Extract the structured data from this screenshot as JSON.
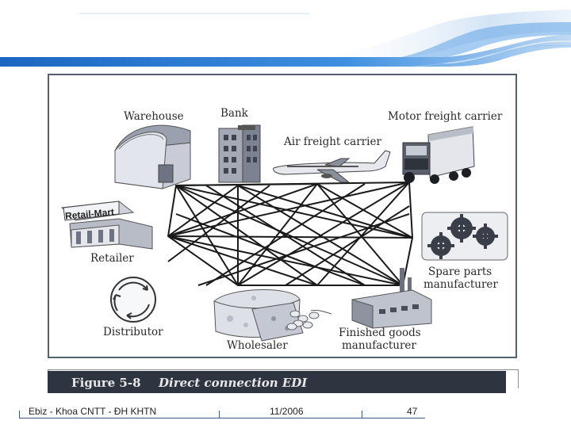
{
  "figure": {
    "nodes": {
      "warehouse": "Warehouse",
      "bank": "Bank",
      "air_freight_carrier": "Air freight carrier",
      "motor_freight_carrier": "Motor freight carrier",
      "retailer": "Retailer",
      "spare_parts_line1": "Spare parts",
      "spare_parts_line2": "manufacturer",
      "distributor": "Distributor",
      "wholesaler": "Wholesaler",
      "finished_goods_line1": "Finished goods",
      "finished_goods_line2": "manufacturer"
    },
    "signs": {
      "retail_mart": "Retail-Mart"
    },
    "caption_number": "Figure 5-8",
    "caption_title": "Direct connection EDI"
  },
  "footer": {
    "left": "Ebiz - Khoa CNTT - ĐH KHTN",
    "center": "11/2006",
    "page": "47"
  },
  "colors": {
    "banner_blue": "#1f6fc4",
    "caption_bar": "#2e3440",
    "frame_border": "#55606e",
    "footer_rule": "#3b5a8a"
  }
}
